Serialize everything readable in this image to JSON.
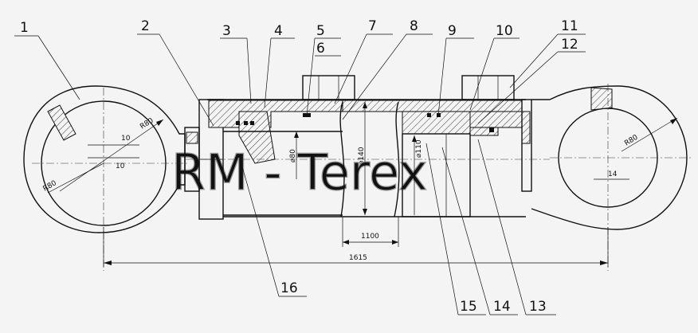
{
  "drawing": {
    "callouts": [
      "1",
      "2",
      "3",
      "4",
      "5",
      "6",
      "7",
      "8",
      "9",
      "10",
      "11",
      "12",
      "13",
      "14",
      "15",
      "16"
    ],
    "dimensions": {
      "radius_left": "R80",
      "radius_left_inner": "R80",
      "radius_right": "R80",
      "offset_a": "10",
      "offset_b": "10",
      "rod_diameter": "⌀80",
      "bore_diameter": "⌀140",
      "piston_diameter": "⌀110",
      "stroke": "1100",
      "overall_length": "1615",
      "slot_width": "14"
    },
    "watermark": "RM - Terex"
  }
}
